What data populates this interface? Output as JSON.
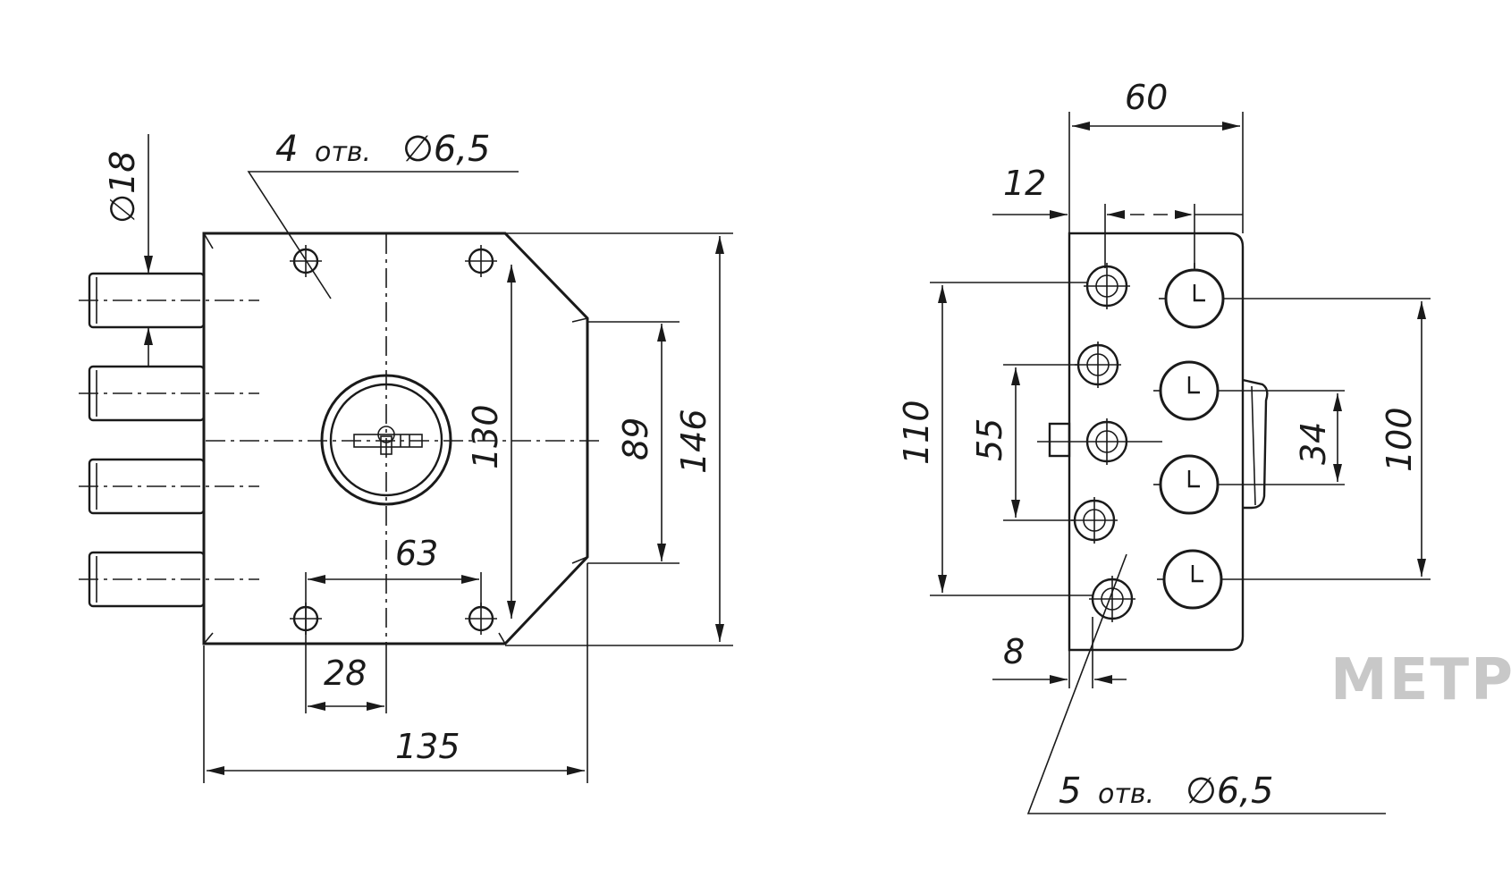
{
  "front_view": {
    "holes_note": {
      "count": "4",
      "abbr": "отв.",
      "diameter": "∅6,5"
    },
    "dims": {
      "bolt_diameter": "∅18",
      "height_inner": "130",
      "height_keep": "89",
      "height_total": "146",
      "hole_spacing": "63",
      "hole_offset": "28",
      "width_total": "135"
    }
  },
  "side_view": {
    "holes_note": {
      "count": "5",
      "abbr": "отв.",
      "diameter": "∅6,5"
    },
    "dims": {
      "width_total": "60",
      "edge_offset": "12",
      "hole_span": "110",
      "hole_span_inner": "55",
      "bolt_span": "100",
      "latch_span": "34",
      "bottom_offset": "8"
    }
  },
  "watermark": "МЕТР",
  "colors": {
    "line": "#1a1a1a",
    "watermark": "#c8c8c8",
    "background": "#ffffff"
  }
}
